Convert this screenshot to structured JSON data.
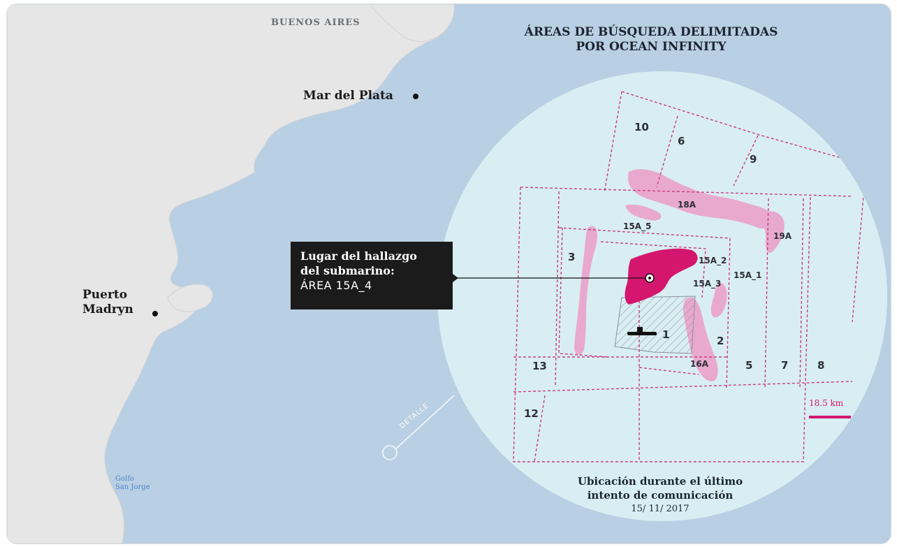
{
  "map": {
    "places": {
      "buenos_aires": "BUENOS AIRES",
      "mar_del_plata": "Mar del Plata",
      "puerto_madryn_line1": "Puerto",
      "puerto_madryn_line2": "Madryn",
      "golfo_line1": "Golfo",
      "golfo_line2": "San Jorge"
    },
    "detail_label": "DETALLE"
  },
  "inset": {
    "title_line1": "ÁREAS DE BÚSQUEDA DELIMITADAS",
    "title_line2": "POR OCEAN INFINITY",
    "zones": [
      "10",
      "6",
      "9",
      "18A",
      "15A_5",
      "19A",
      "3",
      "15A_2",
      "15A_1",
      "15A_3",
      "1",
      "2",
      "13",
      "16A",
      "5",
      "7",
      "8",
      "12"
    ],
    "scale_label": "18.5 km",
    "caption_line1": "Ubicación durante el último",
    "caption_line2": "intento de comunicación",
    "caption_date": "15/ 11/ 2017",
    "colors": {
      "found_area": "#d4166f",
      "search_areas": "#e9a9cf",
      "circle_bg": "#d9eef2",
      "ocean": "#b9cfe3",
      "land": "#e6e6e6"
    }
  },
  "callout": {
    "line1": "Lugar del hallazgo",
    "line2": "del submarino:",
    "area": "ÁREA 15A_4"
  }
}
